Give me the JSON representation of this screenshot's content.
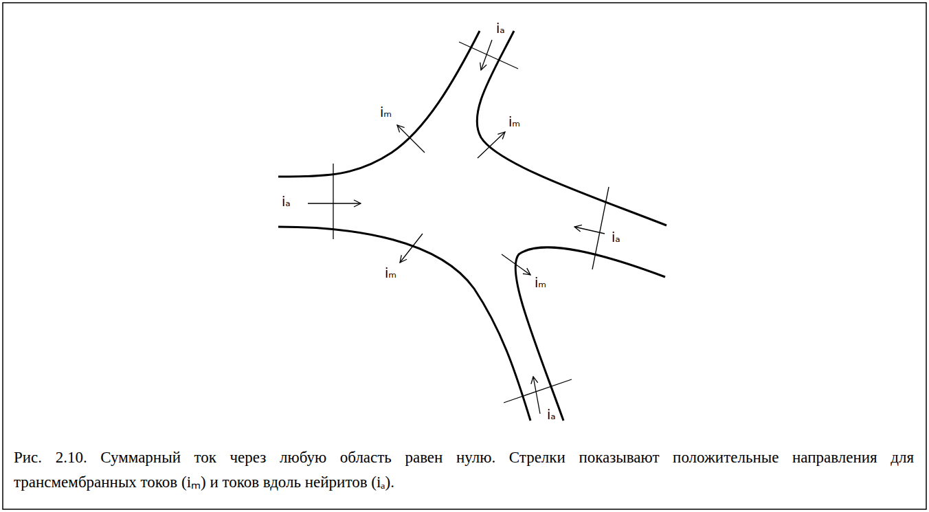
{
  "diagram": {
    "caption": "Рис. 2.10. Суммарный ток через любую область равен нулю. Стрелки показывают положительные направления для трансмембранных токов (iₘ) и токов вдоль нейритов (iₐ).",
    "labels": [
      "iₐ",
      "iₘ",
      "iₘ",
      "iₐ",
      "iₐ",
      "iₘ",
      "iₘ",
      "iₐ"
    ]
  }
}
